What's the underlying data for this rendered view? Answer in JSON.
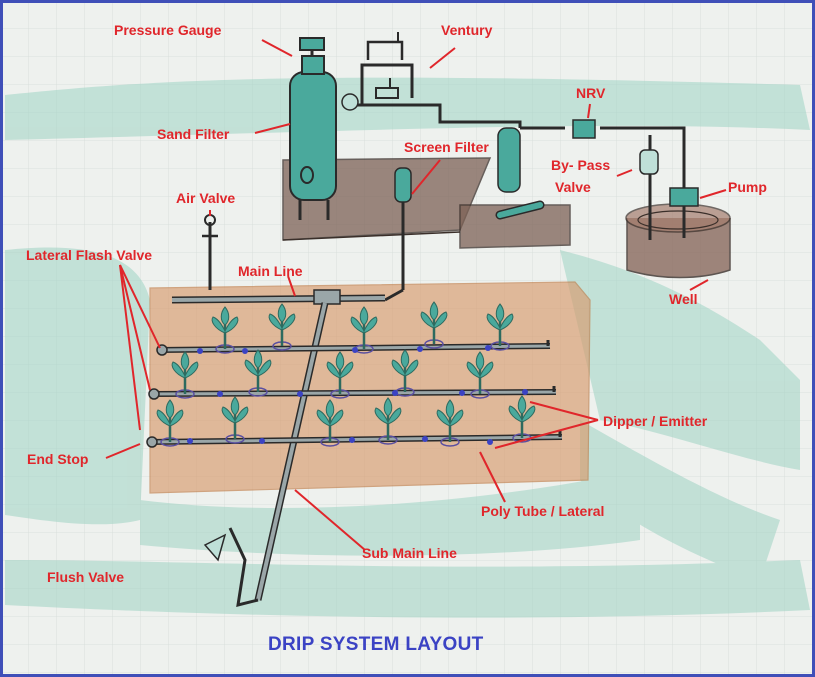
{
  "title": "DRIP SYSTEM LAYOUT",
  "labels": {
    "pressure_gauge": "Pressure Gauge",
    "ventury": "Ventury",
    "nrv": "NRV",
    "sand_filter": "Sand Filter",
    "screen_filter": "Screen Filter",
    "bypass_valve_line1": "By- Pass",
    "bypass_valve_line2": "Valve",
    "pump": "Pump",
    "air_valve": "Air Valve",
    "lateral_flash_valve": "Lateral Flash Valve",
    "main_line": "Main Line",
    "well": "Well",
    "dipper_emitter": "Dipper / Emitter",
    "end_stop": "End Stop",
    "poly_tube_lateral": "Poly Tube / Lateral",
    "sub_main_line": "Sub Main Line",
    "flush_valve": "Flush Valve"
  },
  "colors": {
    "label": "#e0262b",
    "title": "#3b43c4",
    "border": "#3f4fb8",
    "filter": "#4aa99c",
    "field": "#d89a6c",
    "ground": "#7d6256",
    "emitter": "#3b43c4",
    "plant": "#4aa99c",
    "water_wash": "#9fd3c4"
  },
  "icons": [
    "pressure-gauge-icon",
    "sand-filter-icon",
    "screen-filter-icon",
    "pump-icon",
    "well-icon",
    "plant-icon"
  ]
}
